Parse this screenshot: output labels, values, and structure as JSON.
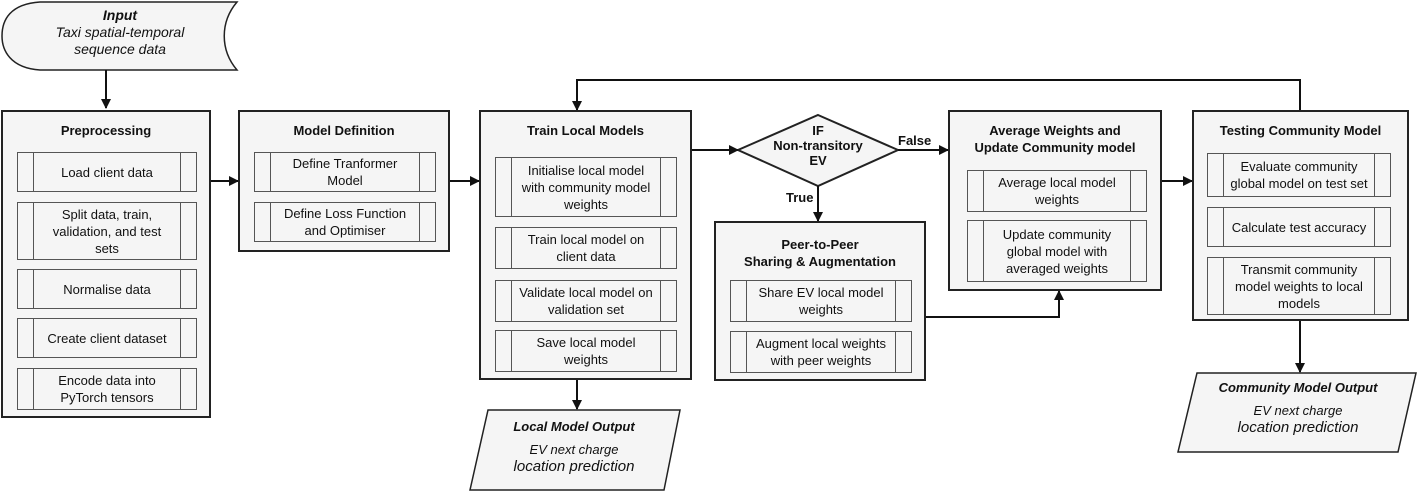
{
  "input": {
    "title": "Input",
    "lines": [
      "Taxi spatial-temporal",
      "sequence data"
    ]
  },
  "preprocessing": {
    "title": "Preprocessing",
    "steps": [
      "Load client data",
      "Split data, train, validation, and test sets",
      "Normalise data",
      "Create client dataset",
      "Encode data into PyTorch tensors"
    ]
  },
  "model_definition": {
    "title": "Model Definition",
    "steps": [
      "Define Tranformer Model",
      "Define Loss Function and Optimiser"
    ]
  },
  "train_local": {
    "title": "Train Local Models",
    "steps": [
      "Initialise local model with community model weights",
      "Train local model on client data",
      "Validate local model on validation set",
      "Save local model weights"
    ]
  },
  "decision": {
    "lines": [
      "IF",
      "Non-transitory",
      "EV"
    ],
    "true_label": "True",
    "false_label": "False"
  },
  "peer": {
    "title_lines": [
      "Peer-to-Peer",
      "Sharing & Augmentation"
    ],
    "steps": [
      "Share EV local model weights",
      "Augment local weights with peer weights"
    ]
  },
  "average": {
    "title_lines": [
      "Average Weights and",
      "Update Community model"
    ],
    "steps": [
      "Average local model weights",
      "Update community global model with averaged weights"
    ]
  },
  "testing": {
    "title": "Testing Community Model",
    "steps": [
      "Evaluate community global model on test set",
      "Calculate test accuracy",
      "Transmit community model weights to local models"
    ]
  },
  "local_output": {
    "title": "Local Model Output",
    "line1": "EV next charge",
    "line2": "location prediction"
  },
  "community_output": {
    "title": "Community Model Output",
    "line1": "EV next charge",
    "line2": "location prediction"
  }
}
